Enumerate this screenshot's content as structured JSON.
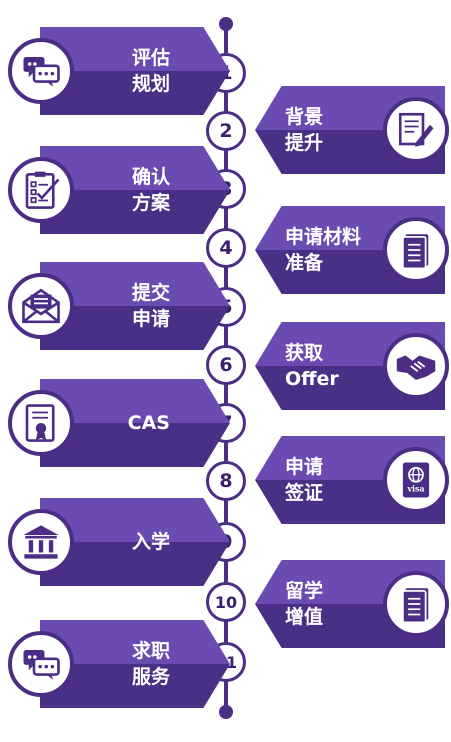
{
  "steps": [
    {
      "num": "1",
      "lines": [
        "评估",
        "规划"
      ],
      "side": "left",
      "icon": "chat-bubbles-icon"
    },
    {
      "num": "2",
      "lines": [
        "背景",
        "提升"
      ],
      "side": "right",
      "icon": "document-pen-icon"
    },
    {
      "num": "3",
      "lines": [
        "确认",
        "方案"
      ],
      "side": "left",
      "icon": "checklist-icon"
    },
    {
      "num": "4",
      "lines": [
        "申请材料",
        "准备"
      ],
      "side": "right",
      "icon": "notebook-icon"
    },
    {
      "num": "5",
      "lines": [
        "提交",
        "申请"
      ],
      "side": "left",
      "icon": "envelope-icon"
    },
    {
      "num": "6",
      "lines": [
        "获取",
        "Offer"
      ],
      "side": "right",
      "icon": "handshake-icon"
    },
    {
      "num": "7",
      "lines": [
        "CAS"
      ],
      "side": "left",
      "icon": "certificate-icon"
    },
    {
      "num": "8",
      "lines": [
        "申请",
        "签证"
      ],
      "side": "right",
      "icon": "visa-passport-icon"
    },
    {
      "num": "9",
      "lines": [
        "入学"
      ],
      "side": "left",
      "icon": "university-building-icon"
    },
    {
      "num": "10",
      "lines": [
        "留学",
        "增值"
      ],
      "side": "right",
      "icon": "notebook-icon"
    },
    {
      "num": "11",
      "lines": [
        "求职",
        "服务"
      ],
      "side": "left",
      "icon": "chat-bubbles-icon"
    }
  ],
  "colors": {
    "dark": "#4a2f86",
    "light": "#6a4bb2",
    "line": "#4b2d86"
  },
  "visa_text": "visa"
}
